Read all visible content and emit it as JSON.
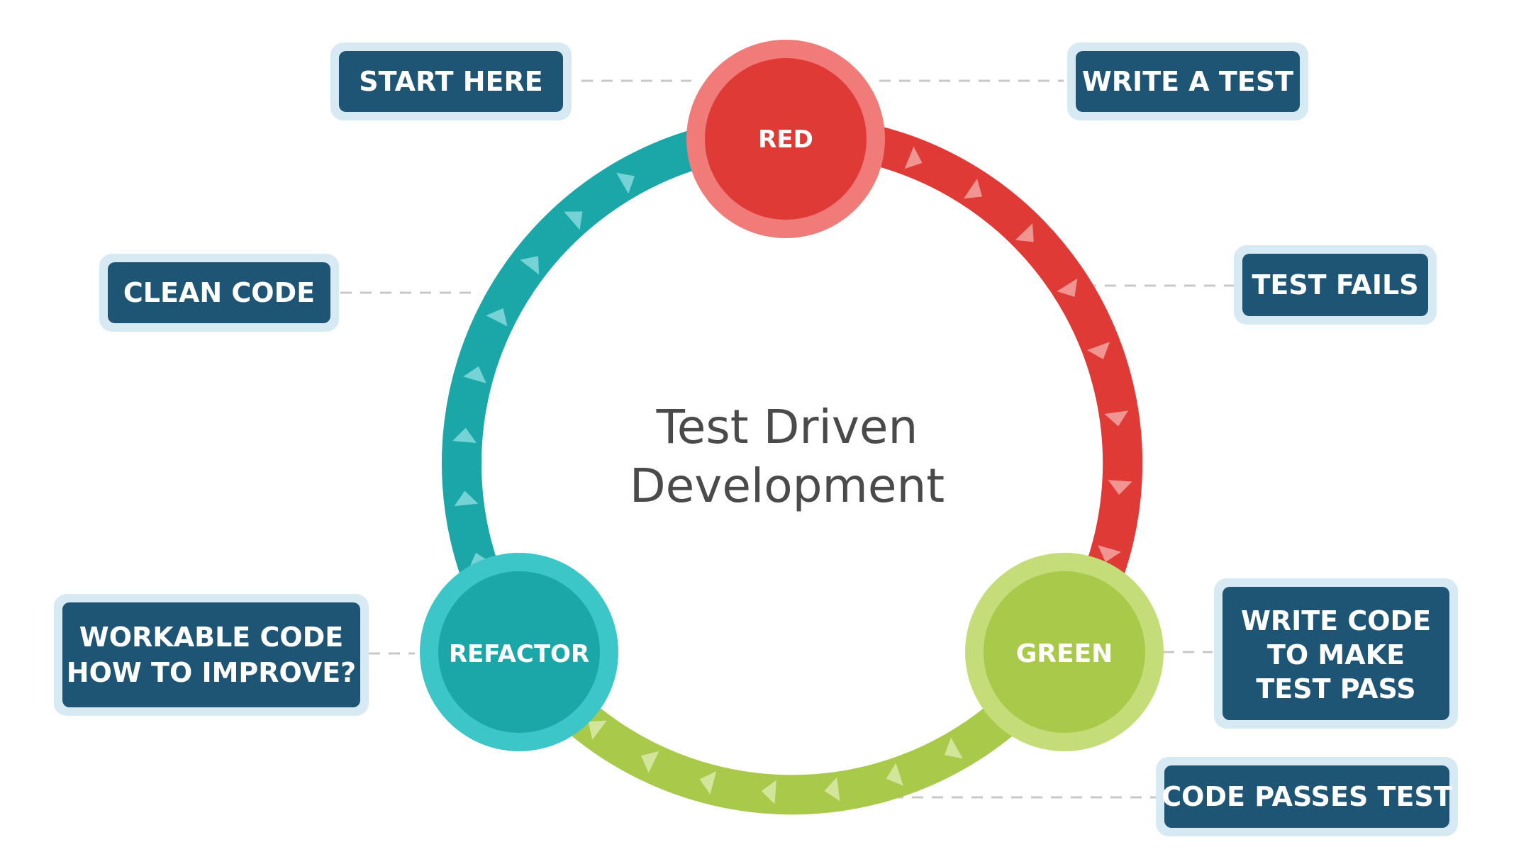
{
  "center": {
    "line1": "Test Driven",
    "line2": "Development"
  },
  "nodes": {
    "red": {
      "label": "RED",
      "color": "#e03a36",
      "ring": "#f07b78"
    },
    "green": {
      "label": "GREEN",
      "color": "#a9c94a",
      "ring": "#c4dd78"
    },
    "refactor": {
      "label": "REFACTOR",
      "color": "#1ba6a8",
      "ring": "#3cc6c8"
    }
  },
  "arcs": {
    "red_to_green": "#e03a36",
    "green_to_refactor": "#a9c94a",
    "refactor_to_red": "#1ba6a8"
  },
  "boxes": {
    "start_here": "START HERE",
    "write_a_test": "WRITE A TEST",
    "clean_code": "CLEAN CODE",
    "test_fails": "TEST FAILS",
    "workable_line1": "WORKABLE CODE",
    "workable_line2": "HOW TO IMPROVE?",
    "write_code_line1": "WRITE CODE",
    "write_code_line2": "TO MAKE",
    "write_code_line3": "TEST PASS",
    "code_passes_test": "CODE PASSES TEST"
  },
  "colors": {
    "box_fill": "#1f5574",
    "box_halo": "#d7e9f2",
    "connector": "#c8c8c8"
  }
}
